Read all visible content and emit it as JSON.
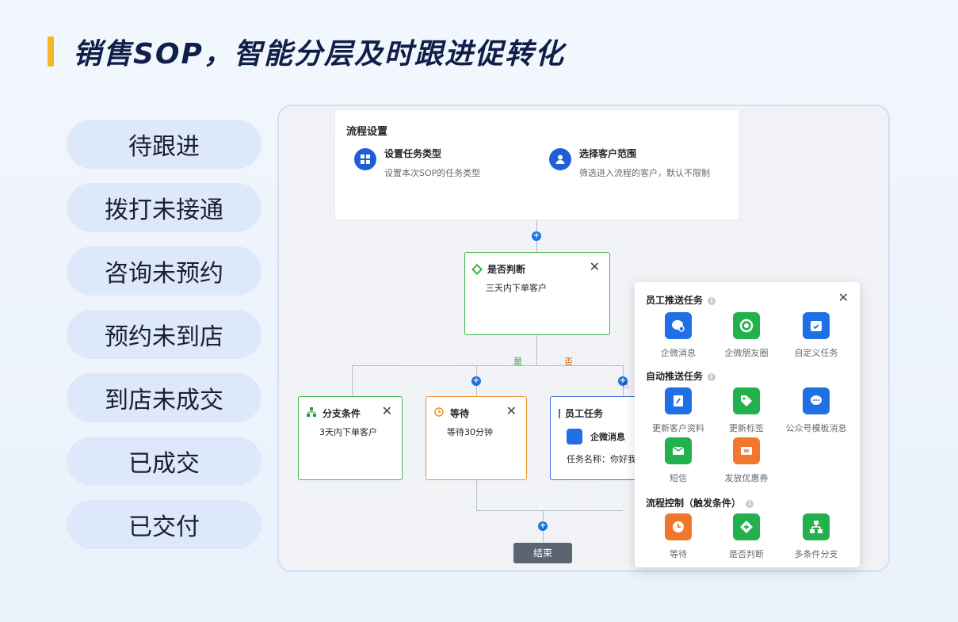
{
  "title": "销售SOP，智能分层及时跟进促转化",
  "stages": [
    "待跟进",
    "拨打未接通",
    "咨询未预约",
    "预约未到店",
    "到店未成交",
    "已成交",
    "已交付"
  ],
  "setup": {
    "title": "流程设置",
    "option1": {
      "name": "设置任务类型",
      "desc": "设置本次SOP的任务类型"
    },
    "option2": {
      "name": "选择客户范围",
      "desc": "筛选进入流程的客户，默认不限制"
    }
  },
  "judge": {
    "title": "是否判断",
    "sub": "三天内下单客户"
  },
  "branch_yes": "是",
  "branch_no": "否",
  "branch": {
    "title": "分支条件",
    "sub": "3天内下单客户"
  },
  "wait": {
    "title": "等待",
    "sub": "等待30分钟"
  },
  "staff": {
    "title": "员工任务",
    "msg": "企微消息",
    "task": "任务名称：你好我"
  },
  "end_label": "结束",
  "popup": {
    "sec1": "员工推送任务",
    "sec2": "自动推送任务",
    "sec3": "流程控制（触发条件）",
    "tools1": [
      {
        "label": "企微消息",
        "color": "#1f6fe5",
        "icon": "chat-icon"
      },
      {
        "label": "企微朋友圈",
        "color": "#22b14c",
        "icon": "aperture-icon"
      },
      {
        "label": "自定义任务",
        "color": "#1f6fe5",
        "icon": "calendar-check-icon"
      }
    ],
    "tools2": [
      {
        "label": "更新客户资料",
        "color": "#1f6fe5",
        "icon": "edit-icon"
      },
      {
        "label": "更新标签",
        "color": "#22b14c",
        "icon": "tag-icon"
      },
      {
        "label": "公众号模板消息",
        "color": "#1f6fe5",
        "icon": "message-icon"
      },
      {
        "label": "短信",
        "color": "#22b14c",
        "icon": "mail-icon"
      },
      {
        "label": "发放优惠券",
        "color": "#f0772b",
        "icon": "coupon-icon"
      }
    ],
    "tools3": [
      {
        "label": "等待",
        "color": "#f0772b",
        "icon": "clock-icon"
      },
      {
        "label": "是否判断",
        "color": "#22b14c",
        "icon": "diamond-plus-icon"
      },
      {
        "label": "多条件分支",
        "color": "#22b14c",
        "icon": "branch-icon"
      }
    ]
  }
}
